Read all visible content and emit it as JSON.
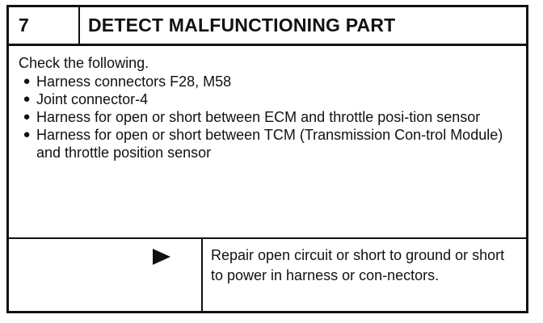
{
  "step": {
    "number": "7",
    "title": "DETECT MALFUNCTIONING PART"
  },
  "check": {
    "intro": "Check the following.",
    "bullet_glyph": "●",
    "items": [
      "Harness connectors F28, M58",
      "Joint connector-4",
      "Harness for open or short between ECM and throttle posi-tion sensor",
      "Harness for open or short between TCM (Transmission Con-trol Module) and throttle position sensor"
    ]
  },
  "outcome": {
    "icon": "right-triangle-arrow-icon",
    "text": "Repair open circuit or short to ground or short to power in harness or con-nectors."
  }
}
